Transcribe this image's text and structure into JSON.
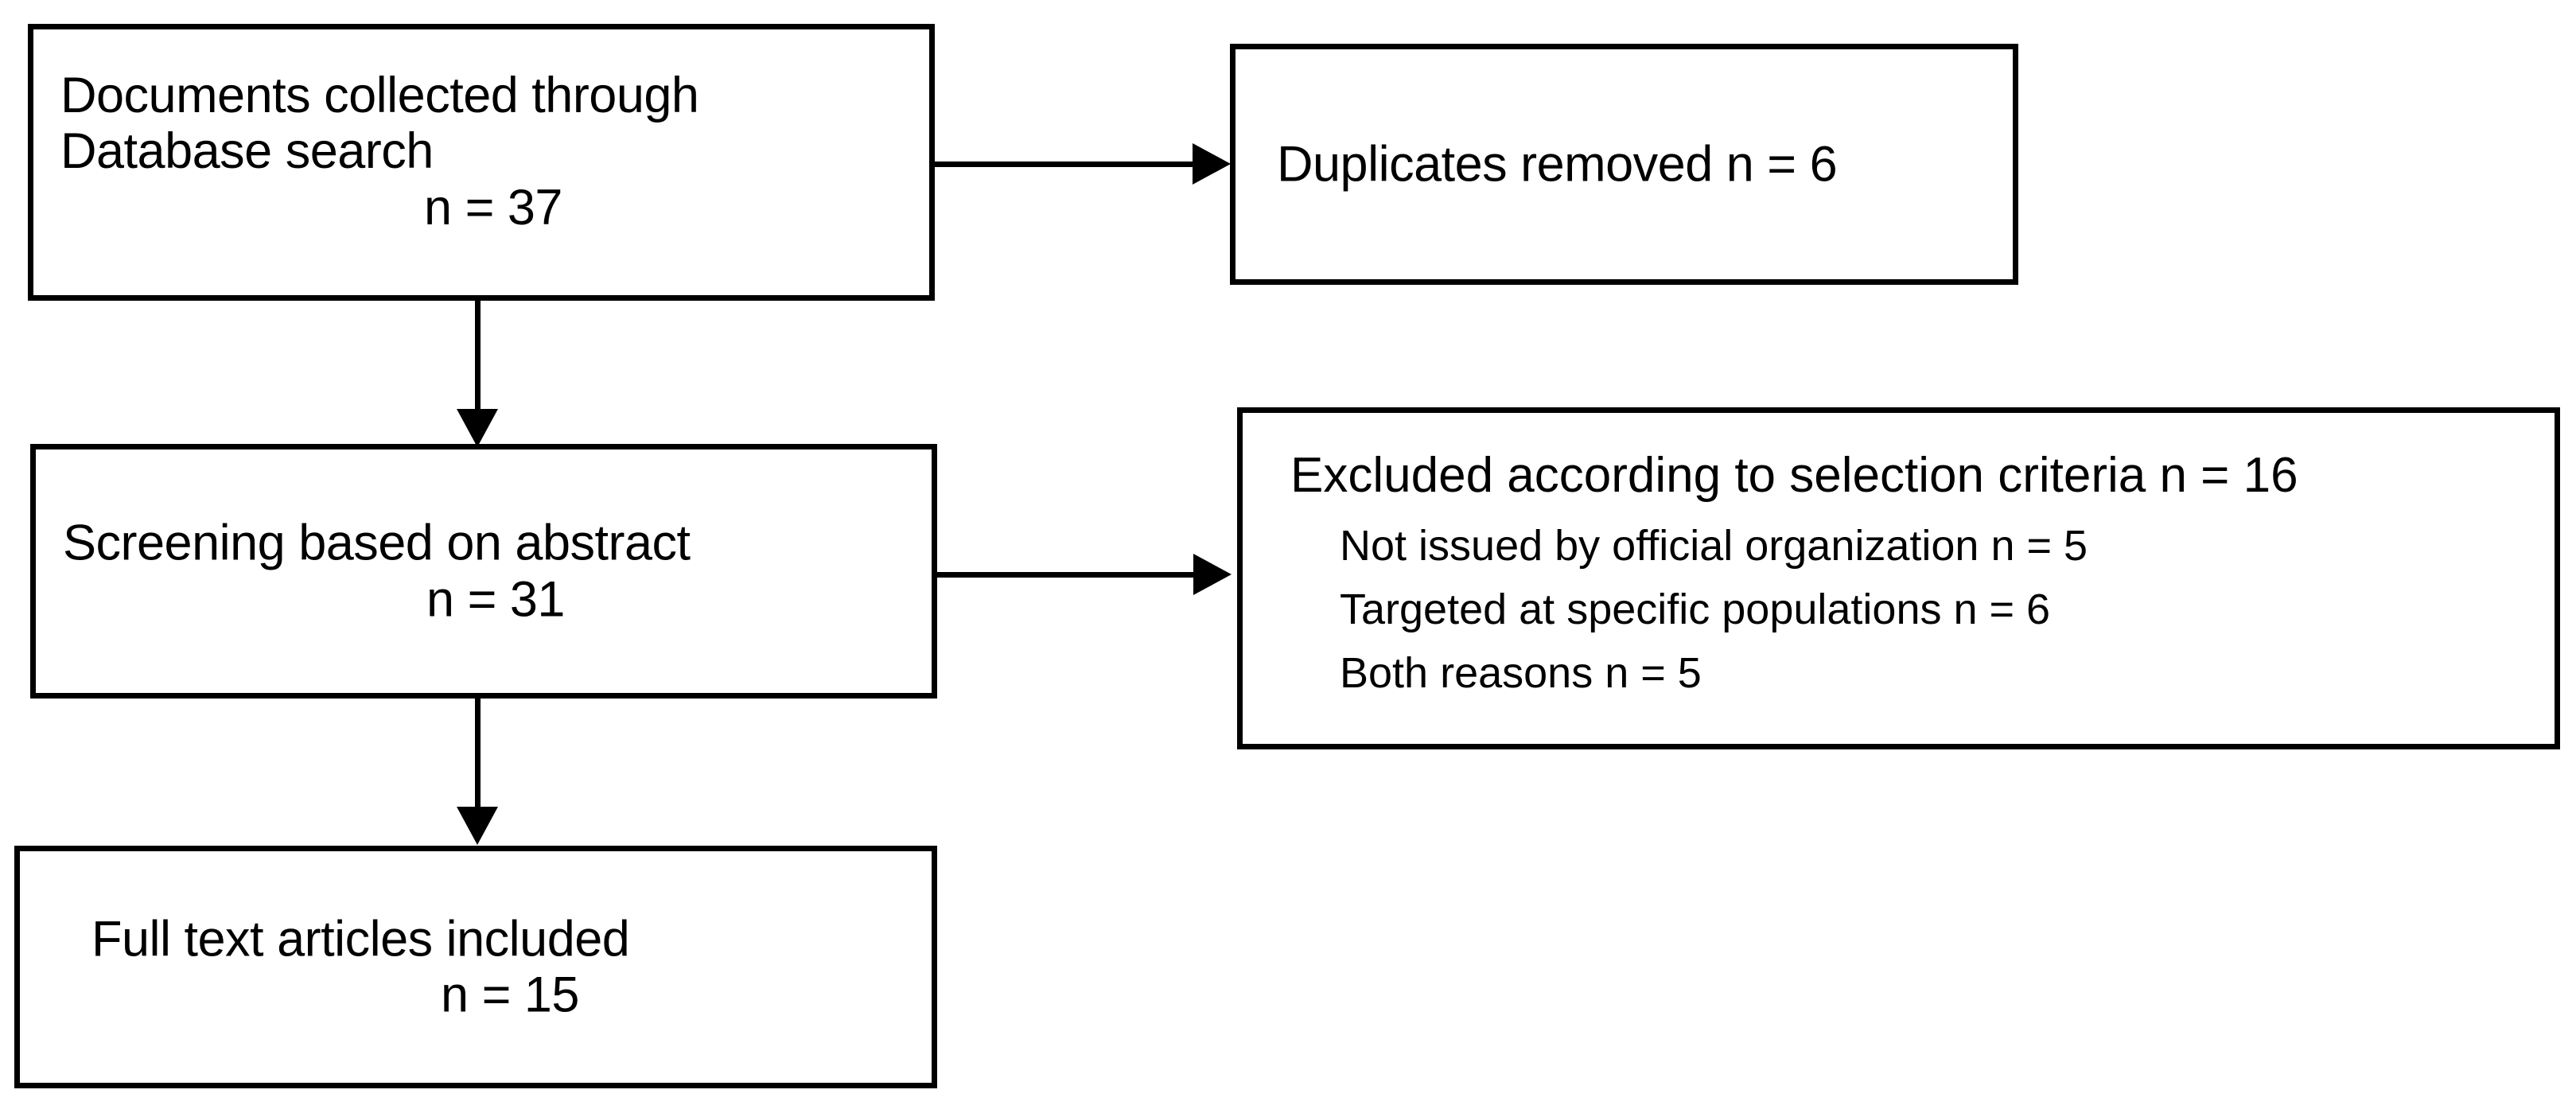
{
  "diagram": {
    "type": "prisma-flow-diagram",
    "orientation": "top-to-bottom",
    "colors": {
      "stroke": "#000000",
      "fill": "#ffffff",
      "text": "#000000"
    },
    "nodes": {
      "sources": {
        "line1": "Documents collected through",
        "line2": "Database search",
        "count": "n = 37",
        "n": 37
      },
      "duplicates": {
        "label": "Duplicates removed n = 6",
        "n": 6
      },
      "screening": {
        "line1": "Screening based on abstract",
        "count": "n = 31",
        "n": 31
      },
      "excluded": {
        "headline": "Excluded according to selection criteria n = 16",
        "n": 16,
        "reasons": [
          {
            "label": "Not issued by official organization n = 5",
            "n": 5
          },
          {
            "label": "Targeted at specific populations n = 6",
            "n": 6
          },
          {
            "label": "Both reasons n = 5",
            "n": 5
          }
        ]
      },
      "included": {
        "line1": "Full text articles included",
        "count": "n = 15",
        "n": 15
      }
    },
    "edges": [
      {
        "from": "sources",
        "to": "duplicates",
        "direction": "right"
      },
      {
        "from": "sources",
        "to": "screening",
        "direction": "down"
      },
      {
        "from": "screening",
        "to": "excluded",
        "direction": "right"
      },
      {
        "from": "screening",
        "to": "included",
        "direction": "down"
      }
    ]
  }
}
